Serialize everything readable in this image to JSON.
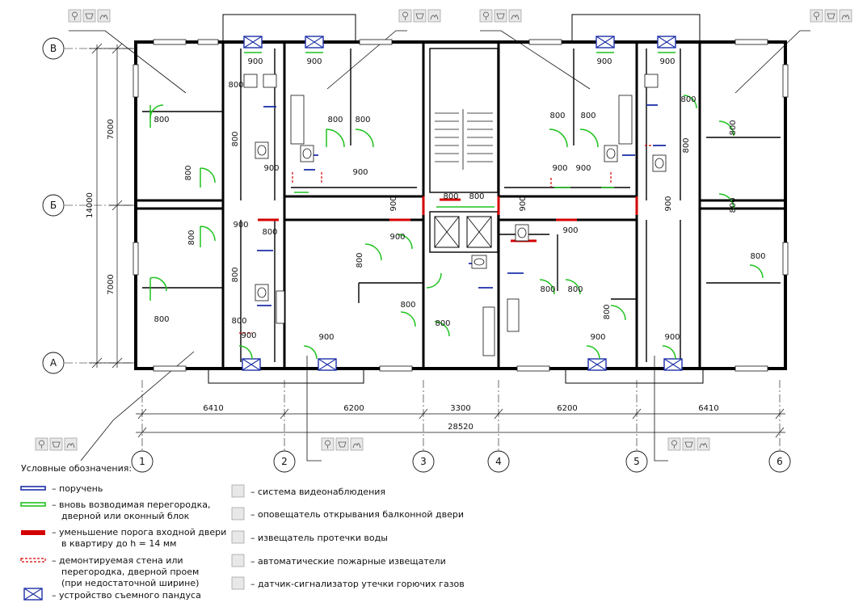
{
  "axes_rows": [
    "В",
    "Б",
    "А"
  ],
  "axes_cols": [
    "1",
    "2",
    "3",
    "4",
    "5",
    "6"
  ],
  "dims": {
    "bays": [
      "6410",
      "6200",
      "3300",
      "6200",
      "6410"
    ],
    "total": "28520",
    "row_upper": "7000",
    "row_lower": "7000",
    "row_total": "14000"
  },
  "door_labels": {
    "d900": "900",
    "d800": "800"
  },
  "legend": {
    "title": "Условные обозначения:",
    "left": [
      {
        "text": "– поручень"
      },
      {
        "text": "– вновь возводимая перегородка,",
        "text2": "дверной или оконный блок"
      },
      {
        "text": "– уменьшение порога входной двери",
        "text2": "в квартиру до h = 14 мм"
      },
      {
        "text": "– демонтируемая стена или",
        "text2": "перегородка, дверной проем",
        "text3": "(при недостаточной ширине)"
      },
      {
        "text": "– устройство съемного пандуса"
      }
    ],
    "right": [
      {
        "text": "– система видеонаблюдения"
      },
      {
        "text": "– оповещатель открывания балконной двери"
      },
      {
        "text": "– извещатель протечки воды"
      },
      {
        "text": "– автоматические пожарные извещатели"
      },
      {
        "text": "– датчик-сигнализатор утечки горючих газов"
      }
    ]
  },
  "colors": {
    "wall": "#000000",
    "handrail": "#1c2fa8",
    "new_partition": "#1fc21f",
    "threshold": "#d40000",
    "demolish": "#d40000",
    "ramp": "#1c2fa8"
  }
}
